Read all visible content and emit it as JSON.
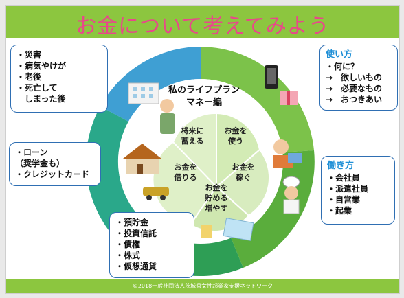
{
  "title": "お金について考えてみよう",
  "footer": "©2018一般社団法人茨城県女性起業家支援ネットワーク",
  "center": {
    "title_line1": "私のライフプラン",
    "title_line2": "マネー編",
    "segments": [
      {
        "lines": [
          "将来に",
          "蓄える"
        ]
      },
      {
        "lines": [
          "お金を",
          "使う"
        ]
      },
      {
        "lines": [
          "お金を",
          "稼ぐ"
        ]
      },
      {
        "lines": [
          "お金を",
          "貯める",
          "増やす"
        ]
      },
      {
        "lines": [
          "お金を",
          "借りる"
        ]
      }
    ]
  },
  "boxes": {
    "risk": [
      "・災害",
      "・病気やけが",
      "・老後",
      "・死亡して",
      "　しまった後"
    ],
    "loan": [
      "・ローン",
      "（奨学金も）",
      "・クレジットカード"
    ],
    "savings": [
      "・預貯金",
      "・投資信託",
      "・債権",
      "・株式",
      "・仮想通貨"
    ],
    "use": {
      "head": "使い方",
      "lines": [
        "・何に？",
        "→　欲しいもの",
        "→　必要なもの",
        "→　おつきあい"
      ]
    },
    "work": {
      "head": "働き方",
      "lines": [
        "・会社員",
        "・派遣社員",
        "・自営業",
        "・起業"
      ]
    }
  },
  "colors": {
    "title_bar": "#8cc63f",
    "title_text": "#e8488a",
    "ring_blue": "#3f9fd3",
    "ring_green": "#6dbb45",
    "ring_dark_green": "#2e9e55",
    "ring_teal": "#2aa88a",
    "box_border": "#2f6fb3",
    "head_text": "#1f8fd6"
  }
}
